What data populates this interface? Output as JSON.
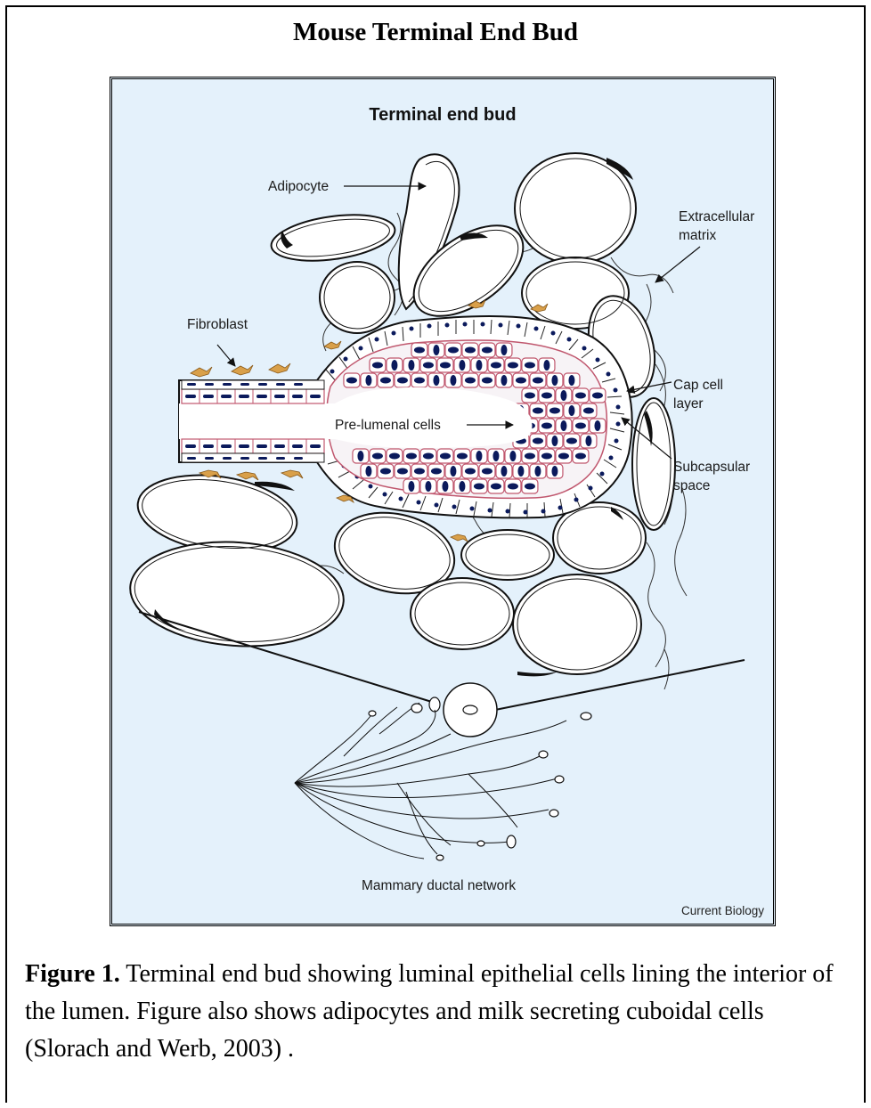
{
  "page": {
    "title": "Mouse Terminal End Bud"
  },
  "figure": {
    "title": "Terminal end bud",
    "labels": {
      "adipocyte": "Adipocyte",
      "extracellular_matrix_line1": "Extracellular",
      "extracellular_matrix_line2": "matrix",
      "fibroblast": "Fibroblast",
      "cap_cell_layer_line1": "Cap cell",
      "cap_cell_layer_line2": "layer",
      "pre_lumenal_cells": "Pre-lumenal cells",
      "subcapsular_space_line1": "Subcapsular",
      "subcapsular_space_line2": "space",
      "mammary_ductal_network": "Mammary ductal network"
    },
    "credit": "Current Biology",
    "colors": {
      "background": "#e4f1fb",
      "nucleus": "#0b1a5c",
      "body_cell_outline": "#c0576e",
      "fibroblast": "#d9a04a"
    }
  },
  "caption": {
    "label": "Figure 1.",
    "text": " Terminal end bud showing luminal epithelial cells lining the interior of the lumen. Figure also shows adipocytes and milk secreting cuboidal cells (Slorach and Werb, 2003) ."
  }
}
